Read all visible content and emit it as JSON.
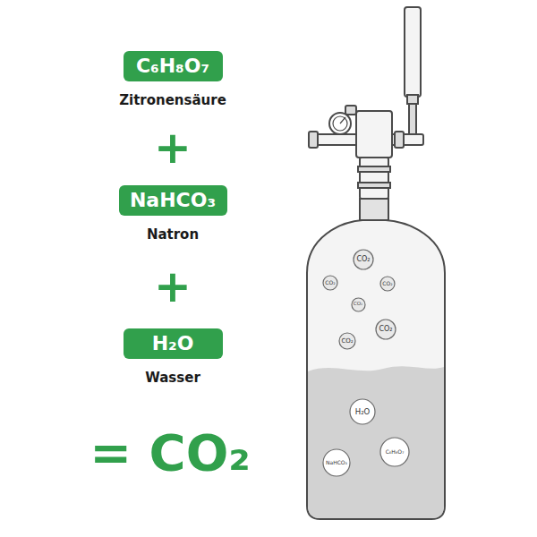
{
  "diagram": {
    "nodes": [
      {
        "text": [
          "C₆H₈O₇",
          "Zitronensäure"
        ]
      },
      {
        "text": [
          "NaHCO₃",
          "Natron"
        ]
      },
      {
        "text": [
          "H₂O",
          "Wasser"
        ]
      },
      {
        "text": [
          "CO₂"
        ]
      },
      {
        "text": [
          "CO₂"
        ]
      },
      {
        "text": [
          "CO₂"
        ]
      },
      {
        "text": [
          "CO₂"
        ]
      },
      {
        "text": [
          "CO₂"
        ]
      },
      {
        "text": [
          "CO₂"
        ]
      },
      {
        "text": [
          "H₂O"
        ]
      },
      {
        "text": [
          "NaHCO₃"
        ]
      },
      {
        "text": [
          "C₆H₈O₇"
        ]
      }
    ],
    "labels": [
      "+",
      "+",
      "= CO₂"
    ]
  }
}
